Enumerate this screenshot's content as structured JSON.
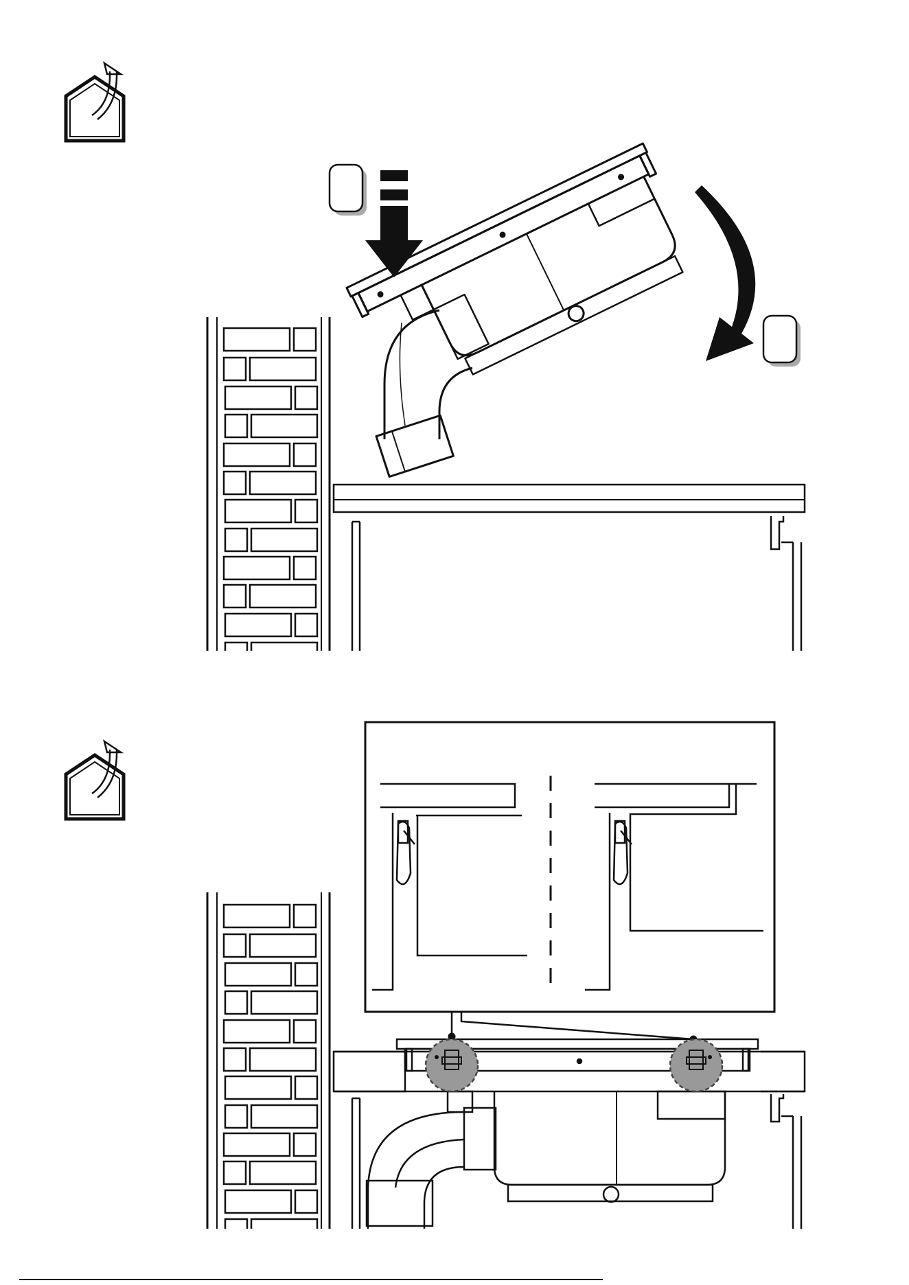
{
  "document": {
    "type": "installation-instructions",
    "panels": [
      {
        "id": "panel-1",
        "icon": "ventilation-outside-icon",
        "step_badges": [
          "",
          ""
        ]
      },
      {
        "id": "panel-2",
        "icon": "ventilation-outside-icon",
        "detail_callouts": 2
      }
    ]
  },
  "colors": {
    "line": "#111111",
    "badge_shadow": "#aaaaaa",
    "callout_fill": "#999999"
  }
}
